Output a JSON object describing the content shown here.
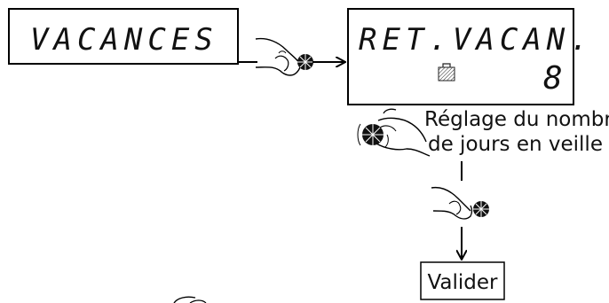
{
  "screen1": {
    "text": "VACANCES"
  },
  "screen2": {
    "text": "RET.VACAN.",
    "value": "8",
    "icon": "suitcase-icon"
  },
  "step_label": {
    "line1": "Réglage du nombre",
    "line2": "de jours en veille"
  },
  "validate_button": {
    "label": "Valider"
  },
  "icons": [
    "hand-press-icon",
    "hand-rotate-icon",
    "hand-press-icon",
    "arrow-right-icon",
    "arrow-down-icon"
  ]
}
